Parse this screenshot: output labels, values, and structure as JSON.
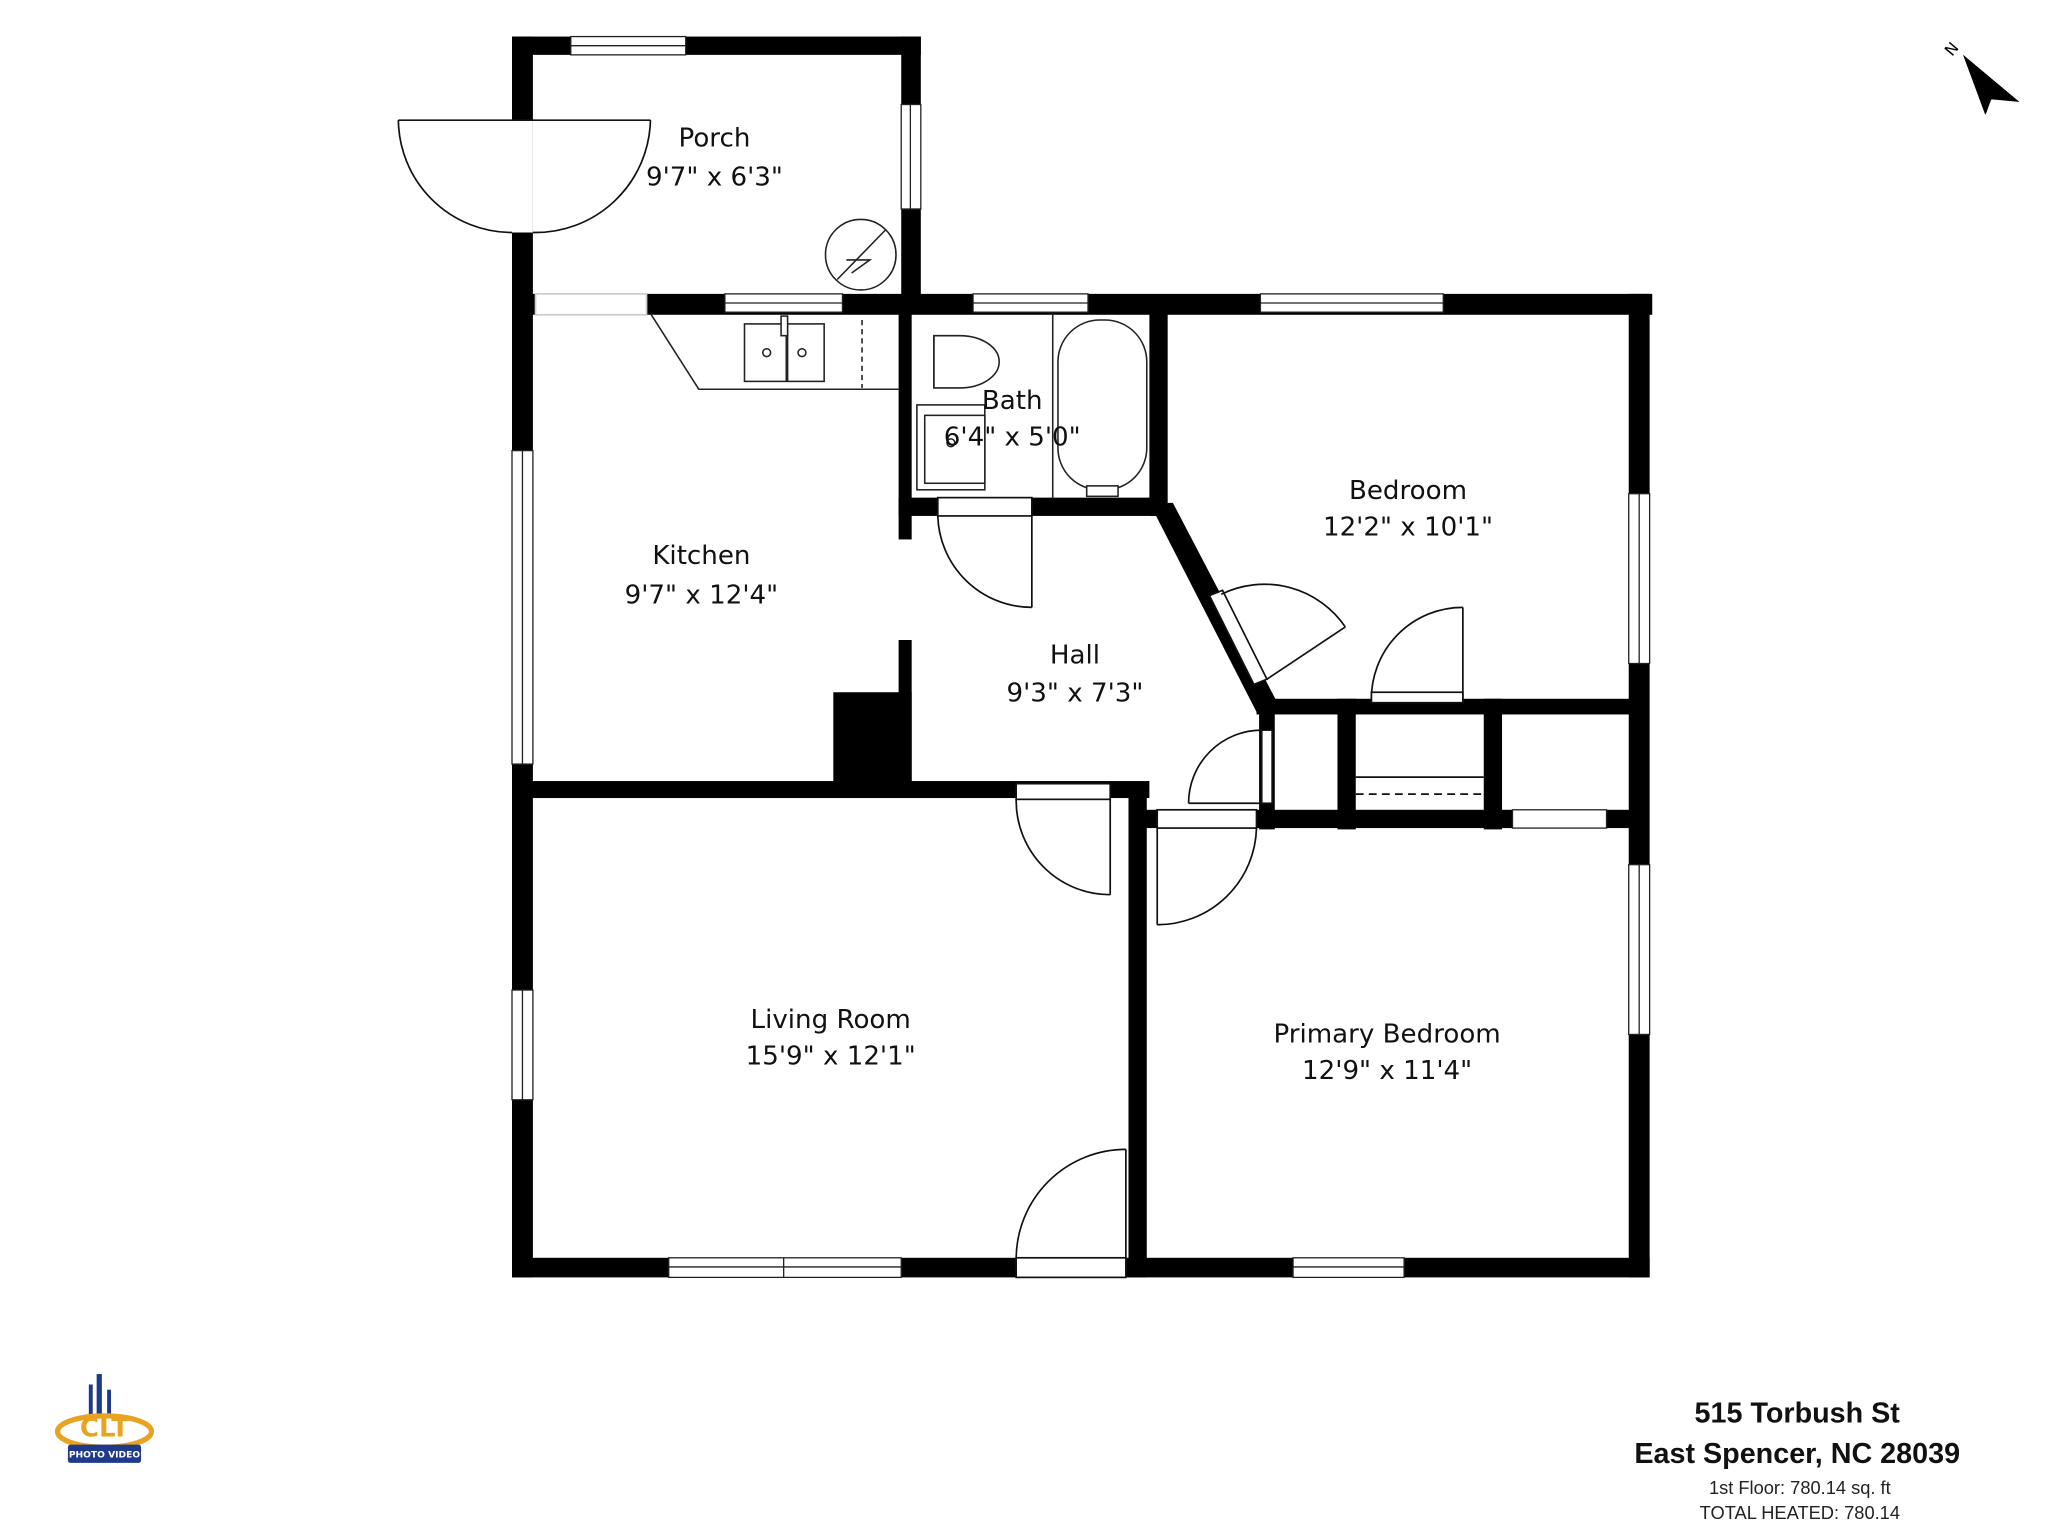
{
  "rooms": {
    "porch": {
      "name": "Porch",
      "dims": "9'7\" x 6'3\""
    },
    "kitchen": {
      "name": "Kitchen",
      "dims": "9'7\" x 12'4\""
    },
    "bath": {
      "name": "Bath",
      "dims": "6'4\" x 5'0\""
    },
    "bedroom": {
      "name": "Bedroom",
      "dims": "12'2\" x 10'1\""
    },
    "hall": {
      "name": "Hall",
      "dims": "9'3\" x 7'3\""
    },
    "living_room": {
      "name": "Living Room",
      "dims": "15'9\" x 12'1\""
    },
    "primary_bedroom": {
      "name": "Primary Bedroom",
      "dims": "12'9\" x 11'4\""
    }
  },
  "compass": {
    "label": "N",
    "icon": "north-arrow-icon"
  },
  "address": {
    "street": "515 Torbush St",
    "city": "East Spencer, NC 28039",
    "floor_area": "1st Floor: 780.14 sq. ft",
    "total_heated": "TOTAL HEATED: 780.14"
  },
  "logo": {
    "brand": "CLT",
    "subtitle": "PHOTO VIDEO",
    "colors": {
      "gold": "#e8a321",
      "navy": "#1f3a8a"
    }
  },
  "colors": {
    "wall": "#000000",
    "background": "#ffffff",
    "line": "#222222"
  }
}
